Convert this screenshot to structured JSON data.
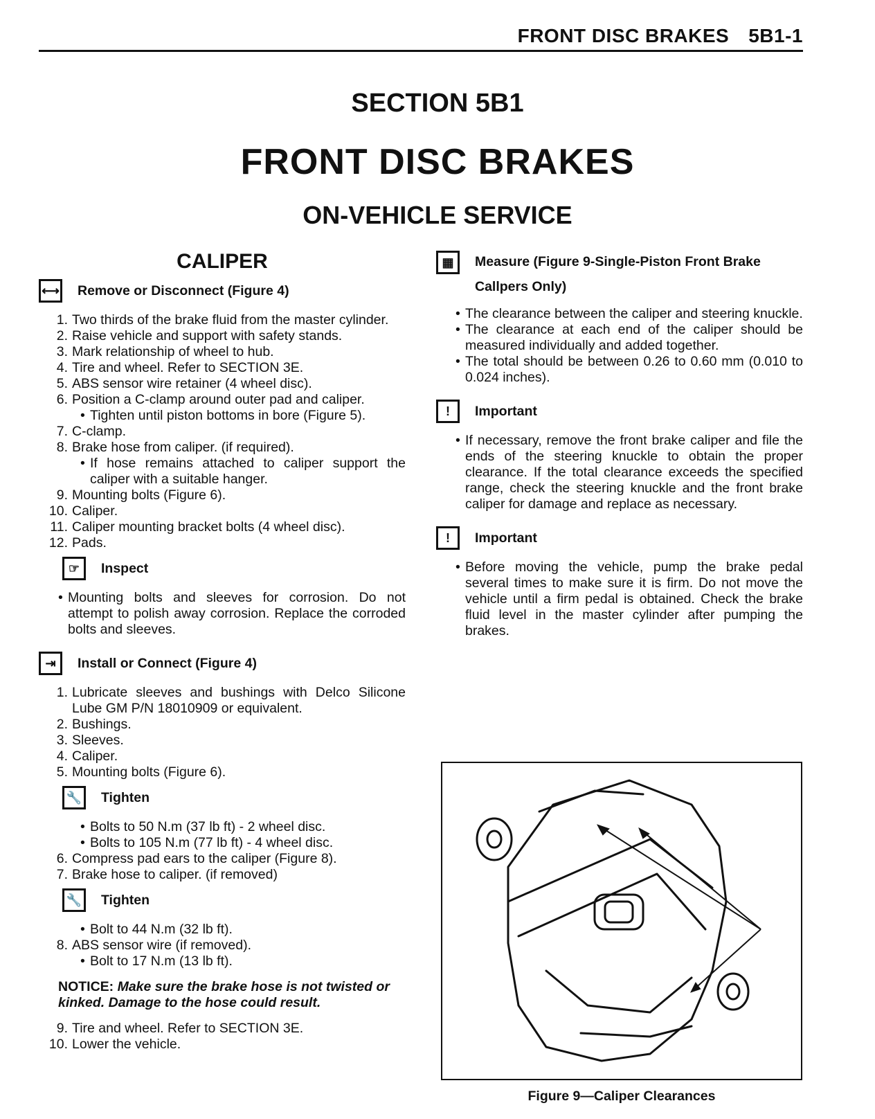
{
  "header": {
    "title": "FRONT DISC BRAKES",
    "page": "5B1-1"
  },
  "section": "SECTION 5B1",
  "title": "FRONT DISC BRAKES",
  "subtitle": "ON-VEHICLE SERVICE",
  "left": {
    "heading": "CALIPER",
    "remove": {
      "label": "Remove or Disconnect (Figure 4)",
      "icon": "remove-arrows-icon",
      "steps": [
        "Two thirds of the brake fluid from the master cylinder.",
        "Raise vehicle and support with safety stands.",
        "Mark relationship of wheel to hub.",
        "Tire and wheel. Refer to SECTION 3E.",
        "ABS sensor wire retainer (4 wheel disc).",
        "Position a C-clamp around outer pad and caliper.",
        "C-clamp.",
        "Brake hose from caliper. (if required).",
        "Mounting bolts (Figure 6).",
        "Caliper.",
        "Caliper mounting bracket bolts (4 wheel disc).",
        "Pads."
      ],
      "sub6": "Tighten until piston bottoms in bore (Figure 5).",
      "sub8": "If hose remains attached to caliper support the caliper with a suitable hanger."
    },
    "inspect": {
      "label": "Inspect",
      "text": "Mounting bolts and sleeves for corrosion. Do not attempt to polish away corrosion. Replace the corroded bolts and sleeves."
    },
    "install": {
      "label": "Install or Connect (Figure 4)",
      "steps": [
        "Lubricate sleeves and bushings with Delco Silicone Lube GM P/N 18010909 or equivalent.",
        "Bushings.",
        "Sleeves.",
        "Caliper.",
        "Mounting bolts (Figure 6).",
        "Compress pad ears to the caliper (Figure 8).",
        "Brake hose to caliper. (if removed)",
        "ABS sensor wire (if removed).",
        "Tire and wheel. Refer to SECTION 3E.",
        "Lower the vehicle."
      ],
      "tighten_label": "Tighten",
      "tighten1": [
        "Bolts to 50 N.m (37 lb ft) - 2 wheel disc.",
        "Bolts to 105 N.m (77 lb ft) - 4 wheel disc."
      ],
      "tighten2": [
        "Bolt to 44 N.m (32 lb ft)."
      ],
      "sub8": "Bolt to 17 N.m (13 lb ft).",
      "notice_label": "NOTICE:",
      "notice_text": "Make sure the brake hose is not twisted or kinked. Damage to the hose could result."
    }
  },
  "right": {
    "measure": {
      "label": "Measure (Figure 9-Single-Piston Front Brake Callpers Only)",
      "bullets": [
        "The clearance between the caliper and steering knuckle.",
        "The clearance at each end of the caliper should be measured individually and added together.",
        "The total should be between 0.26 to 0.60 mm (0.010 to 0.024 inches)."
      ]
    },
    "important1": {
      "label": "Important",
      "text": "If necessary, remove the front brake caliper and file the ends of the steering knuckle to obtain the proper clearance. If the total clearance exceeds the specified range, check the steering knuckle and the front brake caliper for damage and replace as necessary."
    },
    "important2": {
      "label": "Important",
      "text": "Before moving the vehicle, pump the brake pedal several times to make sure it is firm. Do not move the vehicle until a firm pedal is obtained. Check the brake fluid level in the master cylinder after pumping the brakes."
    },
    "figure_caption": "Figure 9—Caliper Clearances"
  }
}
